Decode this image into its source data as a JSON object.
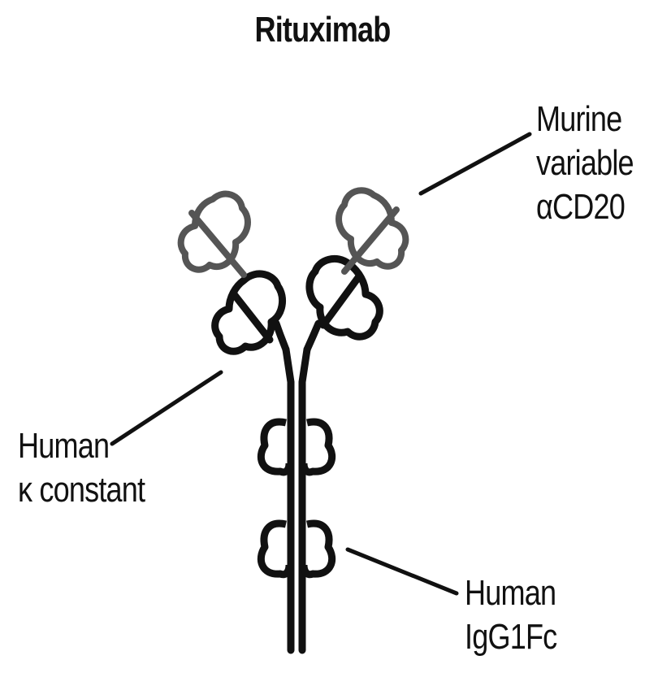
{
  "title": "Rituximab",
  "labels": {
    "murine_variable": [
      "Murine",
      "variable",
      "αCD20"
    ],
    "human_kappa_constant": [
      "Human",
      "κ constant"
    ],
    "human_igg1fc": [
      "Human",
      "IgG1Fc"
    ]
  },
  "colors": {
    "murine_region": "#555555",
    "human_region": "#111111",
    "leader_line": "#111111"
  }
}
